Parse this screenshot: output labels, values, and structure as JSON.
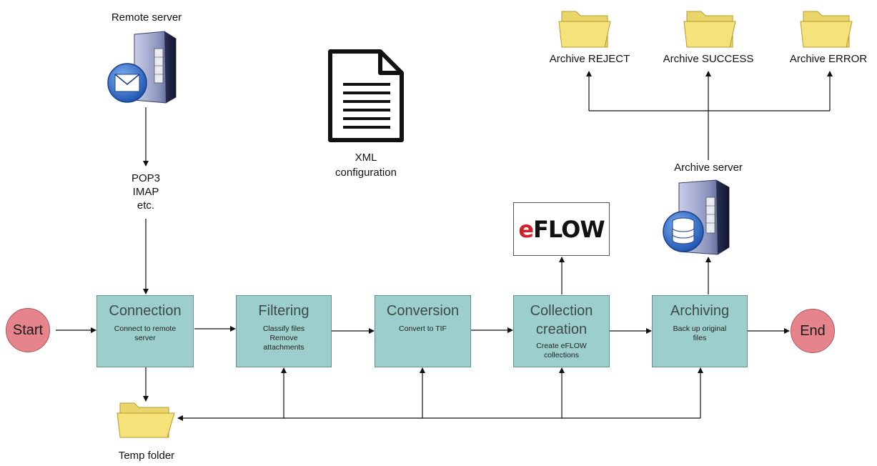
{
  "remote_server": {
    "label": "Remote server"
  },
  "protocols": {
    "line1": "POP3",
    "line2": "IMAP",
    "line3": "etc."
  },
  "xml_config": {
    "line1": "XML",
    "line2": "configuration"
  },
  "archive_server": {
    "label": "Archive server"
  },
  "archives": [
    {
      "label": "Archive REJECT"
    },
    {
      "label": "Archive SUCCESS"
    },
    {
      "label": "Archive ERROR"
    }
  ],
  "temp_folder": {
    "label": "Temp folder"
  },
  "eflow_logo": {
    "prefix": "e",
    "rest": "FLOW"
  },
  "start": {
    "label": "Start"
  },
  "end": {
    "label": "End"
  },
  "steps": [
    {
      "title": "Connection",
      "desc": "Connect to remote\nserver"
    },
    {
      "title": "Filtering",
      "desc": "Classify files\nRemove\nattachments"
    },
    {
      "title": "Conversion",
      "desc": "Convert to TIF"
    },
    {
      "title": "Collection\ncreation",
      "desc": "Create eFLOW\ncollections"
    },
    {
      "title": "Archiving",
      "desc": "Back up original\nfiles"
    }
  ],
  "colors": {
    "step_fill": "#9ccfcb",
    "terminal_fill": "#e5848a",
    "folder_fill": "#f6e27a",
    "server_body": "#8a93bd"
  }
}
